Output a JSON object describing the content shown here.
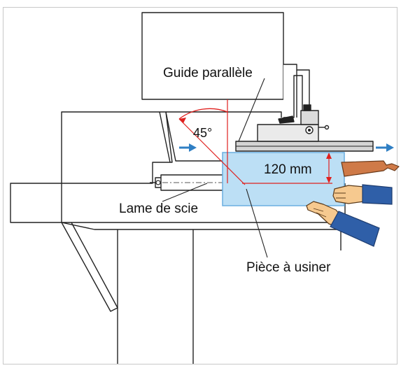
{
  "labels": {
    "rip_fence": "Guide parallèle",
    "angle": "45°",
    "dimension": "120 mm",
    "saw_blade": "Lame de scie",
    "workpiece": "Pièce à usiner"
  },
  "colors": {
    "outline": "#222222",
    "workpiece_fill": "#bcdff5",
    "workpiece_stroke": "#6aaee0",
    "measure": "#e0201e",
    "arrow": "#2f7fc4",
    "sleeve": "#2f5fa8",
    "skin": "#f6c98f",
    "push_stick": "#cf7a48"
  },
  "icons": {
    "feed_arrows": "arrow-right-icon",
    "hands": "hand-icon",
    "push_stick": "push-stick-icon"
  }
}
